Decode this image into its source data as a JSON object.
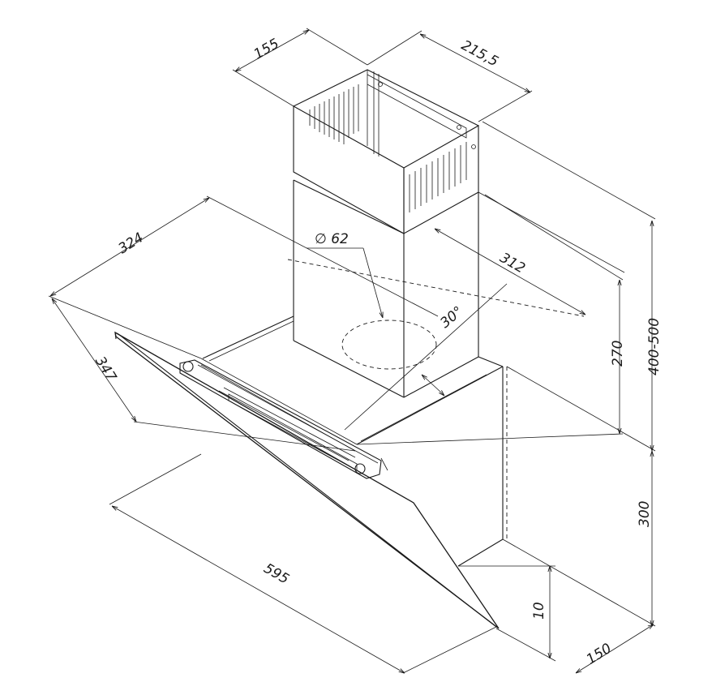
{
  "diagram": {
    "dimensions": {
      "chimney_depth": "155",
      "chimney_width": "215,5",
      "hood_depth": "324",
      "panel_height": "347",
      "hood_width": "595",
      "duct_diameter": "∅ 62",
      "outlet_offset": "312",
      "tilt_angle": "30°",
      "chimney_height": "270",
      "total_height_range": "400-500",
      "body_height": "300",
      "bottom_height": "10",
      "wall_offset": "150"
    }
  }
}
